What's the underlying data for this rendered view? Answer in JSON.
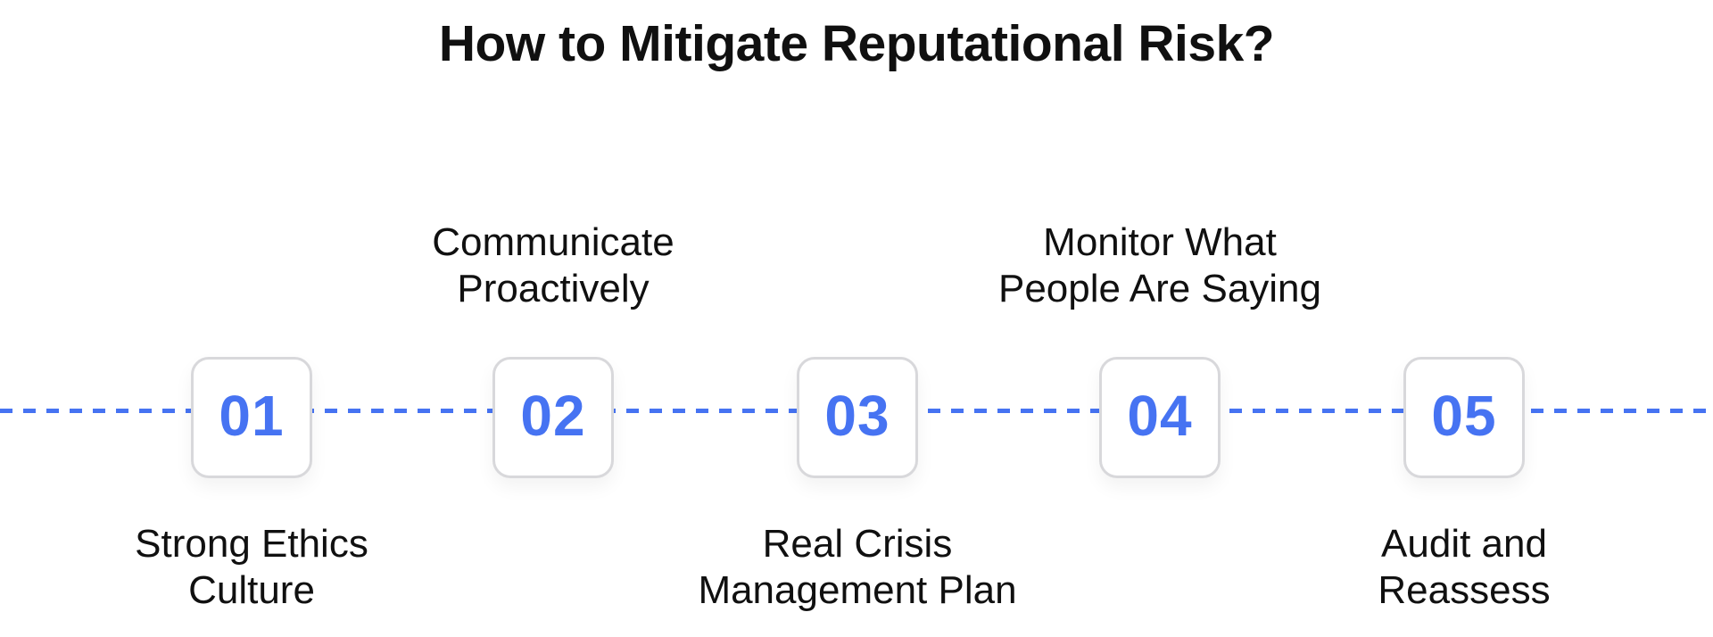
{
  "title": "How to Mitigate Reputational Risk?",
  "colors": {
    "accent": "#4673F2",
    "box_border": "#D8D8DB",
    "text": "#101010",
    "background": "#FFFFFF"
  },
  "timeline": {
    "style": "dashed",
    "color": "#4673F2"
  },
  "steps": [
    {
      "number": "01",
      "label_line1": "Strong Ethics",
      "label_line2": "Culture",
      "label_position": "below"
    },
    {
      "number": "02",
      "label_line1": "Communicate",
      "label_line2": "Proactively",
      "label_position": "above"
    },
    {
      "number": "03",
      "label_line1": "Real Crisis",
      "label_line2": "Management Plan",
      "label_position": "below"
    },
    {
      "number": "04",
      "label_line1": "Monitor What",
      "label_line2": "People Are Saying",
      "label_position": "above"
    },
    {
      "number": "05",
      "label_line1": "Audit and",
      "label_line2": "Reassess",
      "label_position": "below"
    }
  ]
}
